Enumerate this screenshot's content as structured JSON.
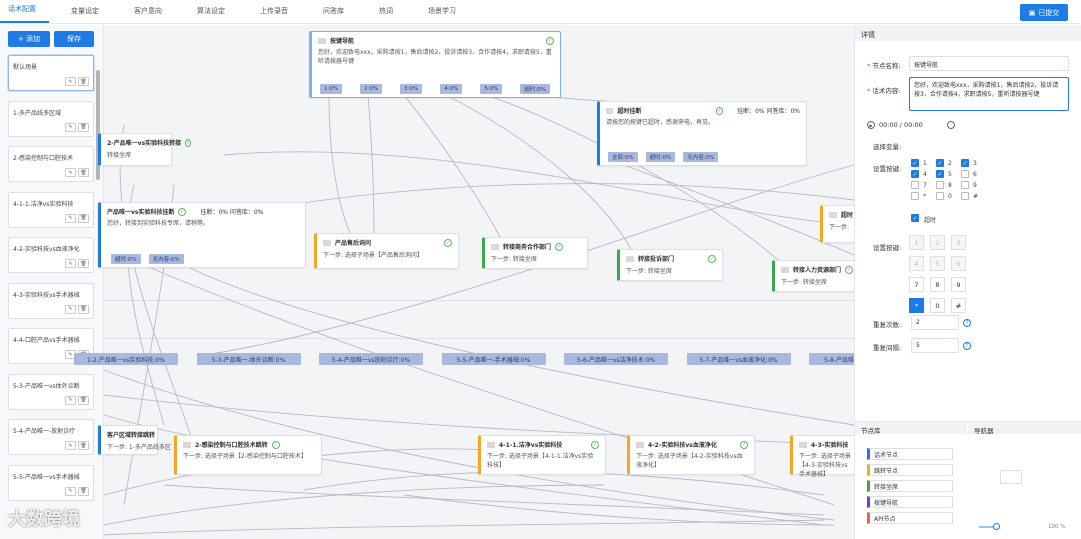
{
  "tabs": [
    {
      "label": "话术配置",
      "active": true
    },
    {
      "label": "变量设定"
    },
    {
      "label": "客户意向"
    },
    {
      "label": "算法设定"
    },
    {
      "label": "上传录音"
    },
    {
      "label": "问答库"
    },
    {
      "label": "热词"
    },
    {
      "label": "场景学习"
    }
  ],
  "toolbar": {
    "submit_label": "已提交",
    "add_label": "+ 添加",
    "save_label": "保存"
  },
  "scenes": [
    "默认场景",
    "1-多产品线多区域",
    "2-感染控制与口腔技术",
    "4-1-1.洁净vs实验科技",
    "4-2-实验科技vs血液净化",
    "4-3-实验科技vs手术器械",
    "4-4-口腔产品vs手术器械",
    "5-3-产品唯一vs体外诊断",
    "5-4-产品唯一-放射诊疗",
    "5-5-产品唯一vs手术器械"
  ],
  "canvas": {
    "main": {
      "title": "按键导航",
      "body": "您好，欢迎致电xxx，采购请按1，售后请按2，投诉请按3，合作请按4，求职请按5，重听请按器号键",
      "ports": [
        "1:0%",
        "2:0%",
        "3:0%",
        "4:0%",
        "5:0%",
        "超时:0%"
      ]
    },
    "timeout": {
      "title": "超时挂断",
      "stats": "挂断：0%  问答库：0%",
      "body": "请按您的按键已超时，感谢来电，再见。",
      "ports": [
        "全部:0%",
        "超时:0%",
        "无内容:0%"
      ]
    },
    "left_a": {
      "title": "2-产品唯一vs实验科技转接",
      "step": "转接坐席"
    },
    "left_b": {
      "title": "产品唯一vs实验科技挂断",
      "stats": "挂断：0%  问答库：0%",
      "body": "您好，转接到实验科技专席，请稍等。",
      "ports": [
        "超时:0%",
        "无内容:0%"
      ]
    },
    "row1": [
      {
        "title": "产品售后询问",
        "step": "下一步: 选择子场景【产品售后询问】"
      },
      {
        "title": "转接商务合作部门",
        "step": "下一步: 转接坐席"
      },
      {
        "title": "转接投诉部门",
        "step": "下一步: 转接坐席"
      },
      {
        "title": "转接人力资源部门",
        "step": "下一步: 转接坐席"
      }
    ],
    "far_right": {
      "title": "超时",
      "step": "下一步:"
    },
    "pills": [
      "1-2.产品唯一vs实验科技:0%",
      "5-3-产品唯一-体外诊断:0%",
      "5-4-产品唯一vs放射诊疗:0%",
      "5-5-产品唯一-手术器械:0%",
      "5-6-产品唯一vs洁净技术:0%",
      "5-7-产品唯一vs血液净化:0%",
      "5-8-产品唯"
    ],
    "bottom_left": {
      "title": "客户区域转接跳转",
      "step": "下一步: 1-多产品线多区"
    },
    "bottom": [
      {
        "title": "2-感染控制与口腔技术跳转",
        "step": "下一步: 选择子场景【2-感染控制与口腔技术】"
      },
      {
        "title": "4-1-1.洁净vs实验科技",
        "step": "下一步: 选择子场景【4-1-1.洁净vs实验科技】"
      },
      {
        "title": "4-2-实验科技vs血液净化",
        "step": "下一步: 选择子场景【4-2-实验科技vs血液净化】"
      },
      {
        "title": "4-3-实验科技",
        "step": "下一步: 选择子场景【4-3-实验科技vs手术器械】"
      }
    ]
  },
  "details": {
    "header": "详情",
    "node_name_label": "节点名称:",
    "node_name_value": "按键导航",
    "content_label": "话术内容:",
    "content_value": "您好，欢迎致电xxx，采购请按1，售后请按2，投诉请按3，合作请按4，求职请按5，重听请按器号键",
    "audio_time": "00:00 / 00:00",
    "select_var_label": "选择变量:",
    "set_keys_label": "设置按键:",
    "keys_checks": [
      {
        "k": "1",
        "on": true
      },
      {
        "k": "2",
        "on": true
      },
      {
        "k": "3",
        "on": true
      },
      {
        "k": "4",
        "on": true
      },
      {
        "k": "5",
        "on": true
      },
      {
        "k": "6",
        "on": false
      },
      {
        "k": "7",
        "on": false
      },
      {
        "k": "8",
        "on": false
      },
      {
        "k": "9",
        "on": false
      },
      {
        "k": "*",
        "on": false
      },
      {
        "k": "0",
        "on": false
      },
      {
        "k": "#",
        "on": false
      }
    ],
    "timeout_label": "超时",
    "set_keys_label2": "设置按键:",
    "keypad": [
      "1",
      "2",
      "3",
      "4",
      "5",
      "6",
      "7",
      "8",
      "9",
      "*",
      "0",
      "#"
    ],
    "repeat_label": "重复次数:",
    "repeat_value": "2",
    "interval_label": "重复间隔:",
    "interval_value": "5"
  },
  "library": {
    "header": "节点库",
    "nav_header": "导航器",
    "items": [
      {
        "label": "话术节点",
        "color": "#1f7ae6"
      },
      {
        "label": "跳转节点",
        "color": "#f5a623"
      },
      {
        "label": "转接坐席",
        "color": "#3aa84b"
      },
      {
        "label": "按键导航",
        "color": "#7b3fc4"
      },
      {
        "label": "API节点",
        "color": "#e8674a"
      }
    ],
    "zoom": "100 %"
  },
  "watermark": "大数跨境",
  "colors": {
    "accent": "#1f7ae6",
    "port": "#a9b8de",
    "jump": "#f5a623",
    "transfer": "#3aa84b",
    "keynav": "#7b3fc4"
  }
}
